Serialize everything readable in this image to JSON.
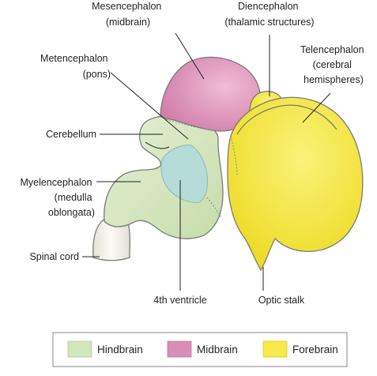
{
  "labels": {
    "mesencephalon": [
      "Mesencephalon",
      "(midbrain)"
    ],
    "diencephalon": [
      "Diencephalon",
      "(thalamic structures)"
    ],
    "telencephalon": [
      "Telencephalon",
      "(cerebral",
      "hemispheres)"
    ],
    "metencephalon": [
      "Metencephalon",
      "(pons)"
    ],
    "cerebellum": [
      "Cerebellum"
    ],
    "myelencephalon": [
      "Myelencephalon",
      "(medulla",
      "oblongata)"
    ],
    "spinal_cord": [
      "Spinal cord"
    ],
    "fourth_ventricle": [
      "4th ventricle"
    ],
    "optic_stalk": [
      "Optic stalk"
    ]
  },
  "legend": [
    {
      "label": "Hindbrain",
      "color": "#d3e6bc"
    },
    {
      "label": "Midbrain",
      "color": "#d98fb5"
    },
    {
      "label": "Forebrain",
      "color": "#f7e94a"
    }
  ],
  "colors": {
    "hindbrain": "#d3e6bc",
    "midbrain": "#d98fb5",
    "forebrain": "#f7e94a",
    "ventricle": "#b6dcd9",
    "spinal_cord": "#f2f1ea"
  }
}
